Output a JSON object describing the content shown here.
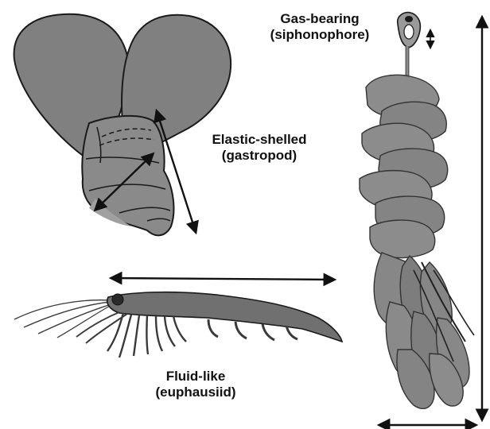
{
  "labels": {
    "siphonophore": {
      "line1": "Gas-bearing",
      "line2": "(siphonophore)"
    },
    "gastropod": {
      "line1": "Elastic-shelled",
      "line2": "(gastropod)"
    },
    "euphausiid": {
      "line1": "Fluid-like",
      "line2": "(euphausiid)"
    }
  },
  "colors": {
    "body_fill": "#808080",
    "body_light": "#9a9a9a",
    "outline": "#1a1a1a",
    "arrow": "#111111",
    "background": "#ffffff"
  }
}
